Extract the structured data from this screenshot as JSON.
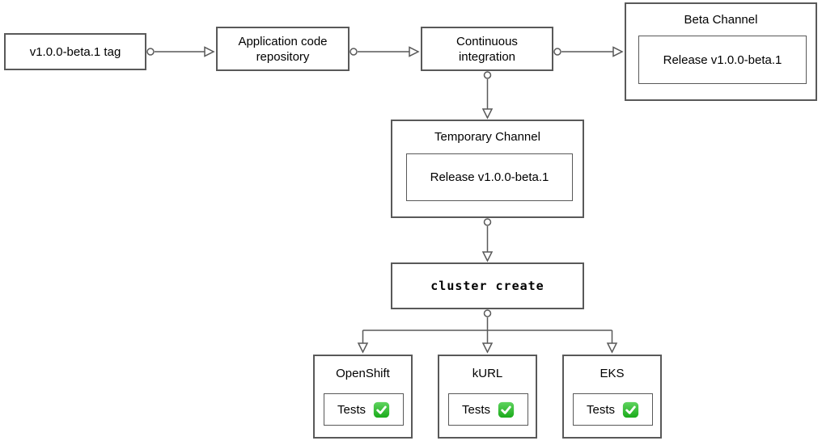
{
  "nodes": {
    "tag": {
      "label": "v1.0.0-beta.1 tag"
    },
    "repo": {
      "label": "Application code repository"
    },
    "ci": {
      "label": "Continuous integration"
    },
    "beta_channel": {
      "title": "Beta Channel",
      "release_label": "Release v1.0.0-beta.1"
    },
    "temporary_channel": {
      "title": "Temporary Channel",
      "release_label": "Release v1.0.0-beta.1"
    },
    "cluster_create": {
      "label": "cluster create"
    },
    "clusters": [
      {
        "title": "OpenShift",
        "tests_label": "Tests",
        "status_icon": "check-mark-button"
      },
      {
        "title": "kURL",
        "tests_label": "Tests",
        "status_icon": "check-mark-button"
      },
      {
        "title": "EKS",
        "tests_label": "Tests",
        "status_icon": "check-mark-button"
      }
    ]
  },
  "colors": {
    "border": "#595959",
    "connector": "#595959",
    "text": "#000000",
    "background": "#ffffff",
    "check_green_top": "#5fd35f",
    "check_green_bottom": "#1aab1a",
    "check_mark": "#ffffff"
  }
}
